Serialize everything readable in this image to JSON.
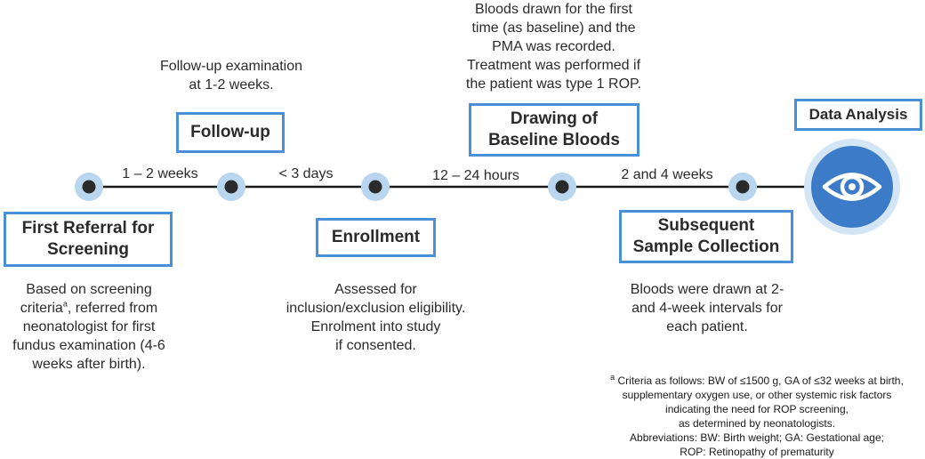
{
  "colors": {
    "box_border": "#4a90d9",
    "node_outer": "#b9d6ee",
    "node_inner": "#2a2a2a",
    "timeline": "#1a1a1a",
    "eye_outer": "#d4e6f5",
    "eye_inner": "#3b7bc8"
  },
  "stages": [
    {
      "label": "First Referral for\nScreening",
      "description_pre": "Based on screening\ncriteria",
      "description_sup": "a",
      "description_post": ", referred from\nneonatologist for first\nfundus examination (4-6\nweeks after birth)."
    },
    {
      "label": "Follow-up",
      "description": "Follow-up examination\nat 1-2 weeks."
    },
    {
      "label": "Enrollment",
      "description": "Assessed for\ninclusion/exclusion eligibility.\nEnrolment into study\nif consented."
    },
    {
      "label": "Drawing of\nBaseline Bloods",
      "description": "Bloods drawn for the first\ntime (as baseline) and the\nPMA was recorded.\nTreatment was performed if\nthe patient was type 1 ROP."
    },
    {
      "label": "Subsequent\nSample Collection",
      "description": "Bloods were drawn at 2-\nand 4-week intervals for\neach patient."
    },
    {
      "label": "Data Analysis",
      "icon": "eye-icon"
    }
  ],
  "intervals": [
    "1 – 2 weeks",
    "< 3 days",
    "12 – 24 hours",
    "2 and 4 weeks"
  ],
  "footnote": {
    "marker": "a",
    "criteria": " Criteria as follows: BW of ≤1500 g, GA of ≤32 weeks at birth,\nsupplementary oxygen use, or other systemic risk factors\nindicating the need for ROP screening,\nas determined by neonatologists.",
    "abbreviations": "Abbreviations: BW: Birth weight; GA: Gestational age;\nROP: Retinopathy of prematurity"
  }
}
